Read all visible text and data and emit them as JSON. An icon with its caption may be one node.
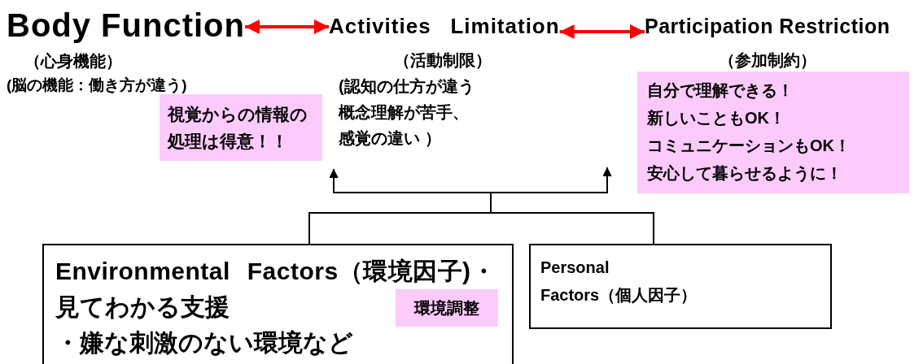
{
  "diagram": {
    "nodes": [
      {
        "text": [
          "Body Function",
          "（心身機能）",
          "(脳の機能：働き方が違う)"
        ]
      },
      {
        "text": [
          "Activities Limitation",
          "（活動制限）",
          "(認知の仕方が違う概念理解が苦手、感覚の違い ）"
        ]
      },
      {
        "text": [
          "Participation Restriction",
          "（参加制約）"
        ]
      },
      {
        "text": [
          "視覚からの情報の処理は得意！！"
        ]
      },
      {
        "text": [
          "自分で理解できる！",
          "新しいこともOK！",
          "コミュニケーションもOK！",
          "安心して暮らせるように！"
        ]
      },
      {
        "text": [
          "Environmental Factors（環境因子)",
          "・見てわかる支援",
          "・嫌な刺激のない環境など"
        ]
      },
      {
        "text": [
          "環境調整"
        ],
        "in": 5
      },
      {
        "text": [
          "Personal Factors（個人因子）"
        ]
      }
    ],
    "edges": [
      {
        "from": 0,
        "to": 1,
        "arrow": "both",
        "color": "#ff0000",
        "style": "thick"
      },
      {
        "from": 1,
        "to": 2,
        "arrow": "both",
        "color": "#ff0000",
        "style": "thick"
      },
      {
        "from": 5,
        "to": 1,
        "arrow": "to"
      },
      {
        "from": 7,
        "to": 1,
        "arrow": "to"
      },
      {
        "from": 5,
        "to": null,
        "arrow": "to"
      },
      {
        "from": 7,
        "to": null,
        "arrow": "to"
      }
    ]
  }
}
